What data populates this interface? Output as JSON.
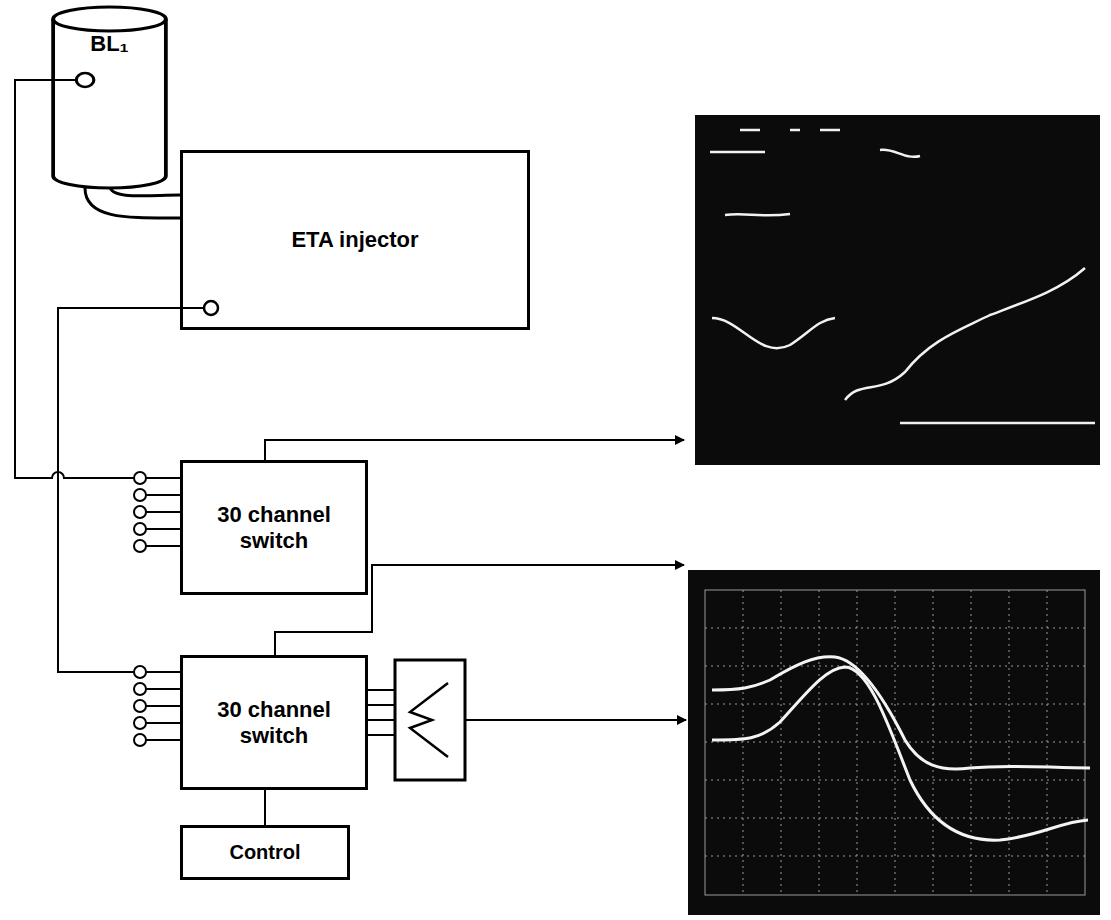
{
  "diagram": {
    "nodes": [
      {
        "text": [
          "BL₁"
        ]
      },
      {
        "text": [
          "ETA injector"
        ]
      },
      {
        "text": [
          "30 channel switch"
        ]
      },
      {
        "text": [
          "30 channel switch"
        ]
      },
      {
        "text": [
          "Control"
        ]
      }
    ],
    "edges": [
      {
        "from": 0,
        "to": 2,
        "arrow": "none"
      },
      {
        "from": 1,
        "to": 3,
        "arrow": "none"
      },
      {
        "from": 0,
        "to": 1,
        "arrow": "none"
      },
      {
        "from": 4,
        "to": 3,
        "arrow": "none"
      }
    ]
  }
}
